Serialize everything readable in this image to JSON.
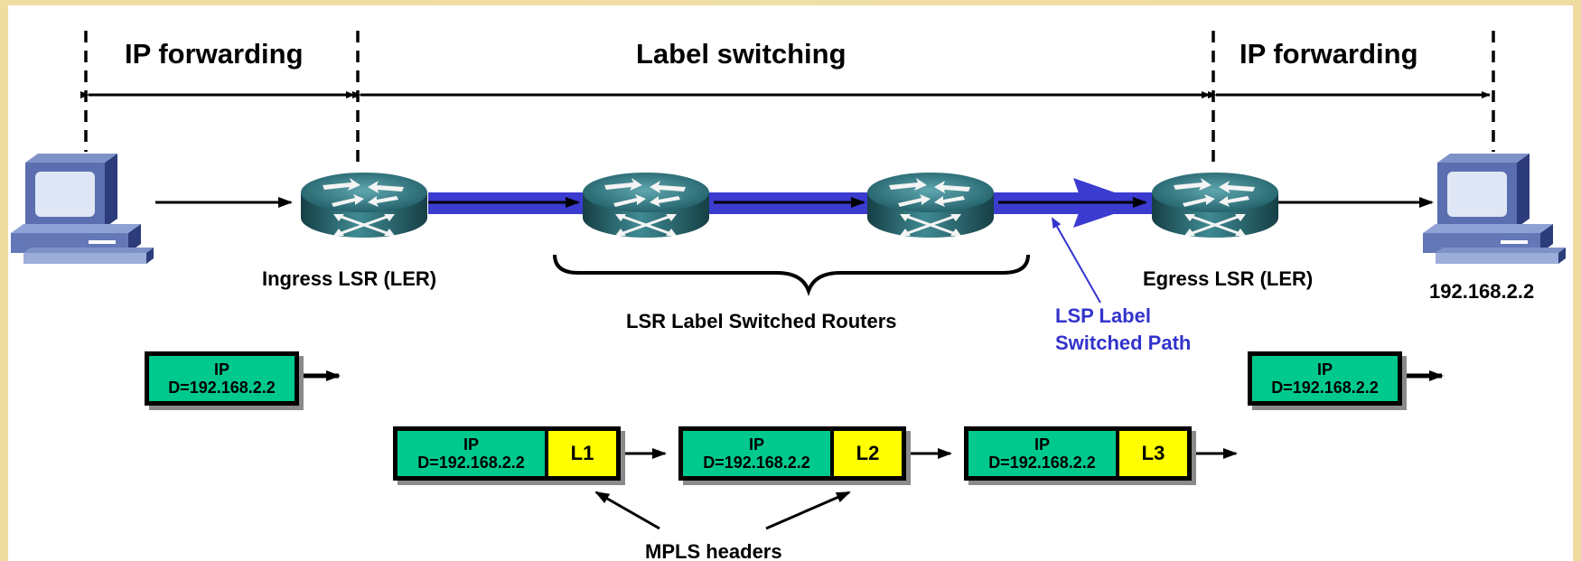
{
  "zones": {
    "left": "IP forwarding",
    "middle": "Label switching",
    "right": "IP forwarding"
  },
  "labels": {
    "ingress": "Ingress LSR (LER)",
    "egress": "Egress LSR (LER)",
    "dest_ip": "192.168.2.2",
    "lsr_group": "LSR Label Switched Routers",
    "lsp_line1": "LSP Label",
    "lsp_line2": "Switched Path",
    "mpls": "MPLS headers"
  },
  "packets": {
    "ingress_ip": {
      "proto": "IP",
      "dest": "D=192.168.2.2"
    },
    "egress_ip": {
      "proto": "IP",
      "dest": "D=192.168.2.2"
    },
    "mpls": [
      {
        "proto": "IP",
        "dest": "D=192.168.2.2",
        "label": "L1"
      },
      {
        "proto": "IP",
        "dest": "D=192.168.2.2",
        "label": "L2"
      },
      {
        "proto": "IP",
        "dest": "D=192.168.2.2",
        "label": "L3"
      }
    ]
  },
  "colors": {
    "lsp": "#3333cc",
    "ip_header": "#00c98d",
    "mpls_label": "#ffff00",
    "router": "#2f6f78"
  }
}
